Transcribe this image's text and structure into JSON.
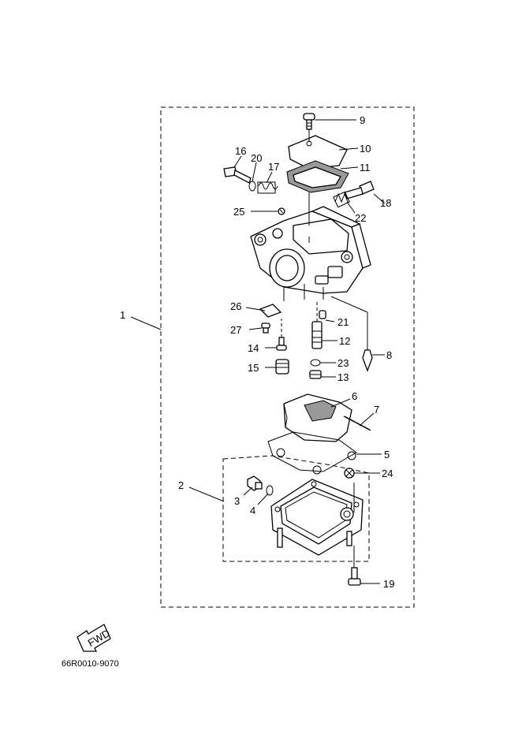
{
  "figure": {
    "code": "66R0010-9070",
    "fwd_label": "FWD",
    "callouts": [
      {
        "id": "c1",
        "label": "1"
      },
      {
        "id": "c2",
        "label": "2"
      },
      {
        "id": "c3",
        "label": "3"
      },
      {
        "id": "c4",
        "label": "4"
      },
      {
        "id": "c5",
        "label": "5"
      },
      {
        "id": "c6",
        "label": "6"
      },
      {
        "id": "c7",
        "label": "7"
      },
      {
        "id": "c8",
        "label": "8"
      },
      {
        "id": "c9",
        "label": "9"
      },
      {
        "id": "c10",
        "label": "10"
      },
      {
        "id": "c11",
        "label": "11"
      },
      {
        "id": "c12",
        "label": "12"
      },
      {
        "id": "c13",
        "label": "13"
      },
      {
        "id": "c14",
        "label": "14"
      },
      {
        "id": "c15",
        "label": "15"
      },
      {
        "id": "c16",
        "label": "16"
      },
      {
        "id": "c17",
        "label": "17"
      },
      {
        "id": "c18",
        "label": "18"
      },
      {
        "id": "c19",
        "label": "19"
      },
      {
        "id": "c20",
        "label": "20"
      },
      {
        "id": "c21",
        "label": "21"
      },
      {
        "id": "c22",
        "label": "22"
      },
      {
        "id": "c23",
        "label": "23"
      },
      {
        "id": "c24",
        "label": "24"
      },
      {
        "id": "c25",
        "label": "25"
      },
      {
        "id": "c26",
        "label": "26"
      },
      {
        "id": "c27",
        "label": "27"
      }
    ]
  }
}
